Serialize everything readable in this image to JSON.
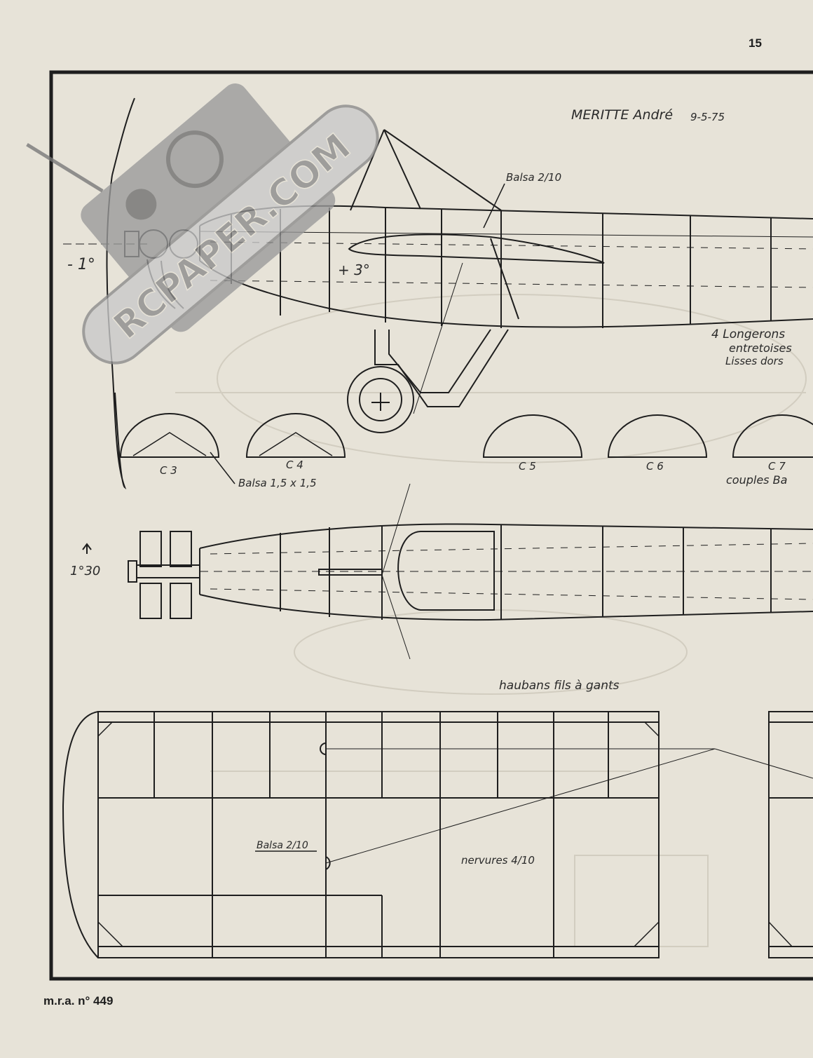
{
  "page": {
    "number": "15",
    "footer": "m.r.a. n° 449"
  },
  "watermark": {
    "text": "RCPAPER.COM"
  },
  "plan": {
    "author_line": "MERITTE André",
    "date": "9-5-75",
    "angles": {
      "thrust_down": "- 1°",
      "wing_incidence": "+ 3°",
      "side_thrust": "1°30"
    },
    "labels": {
      "balsa_top": "Balsa 2/10",
      "longerons_1": "4 Longerons",
      "longerons_2": "entretoises",
      "longerons_3": "Lisses dors",
      "balsa_couples": "Balsa 1,5 x 1,5",
      "couples_note": "couples Ba",
      "haubans": "haubans fils à gants",
      "balsa_wing": "Balsa 2/10",
      "nervures": "nervures 4/10"
    },
    "formers": [
      "C 3",
      "C 4",
      "C 5",
      "C 6",
      "C 7"
    ]
  },
  "colors": {
    "paper": "#e7e3d8",
    "ink": "#1e1e1e",
    "ghost": "#cfcabd",
    "watermark": "#8a8a8a"
  }
}
